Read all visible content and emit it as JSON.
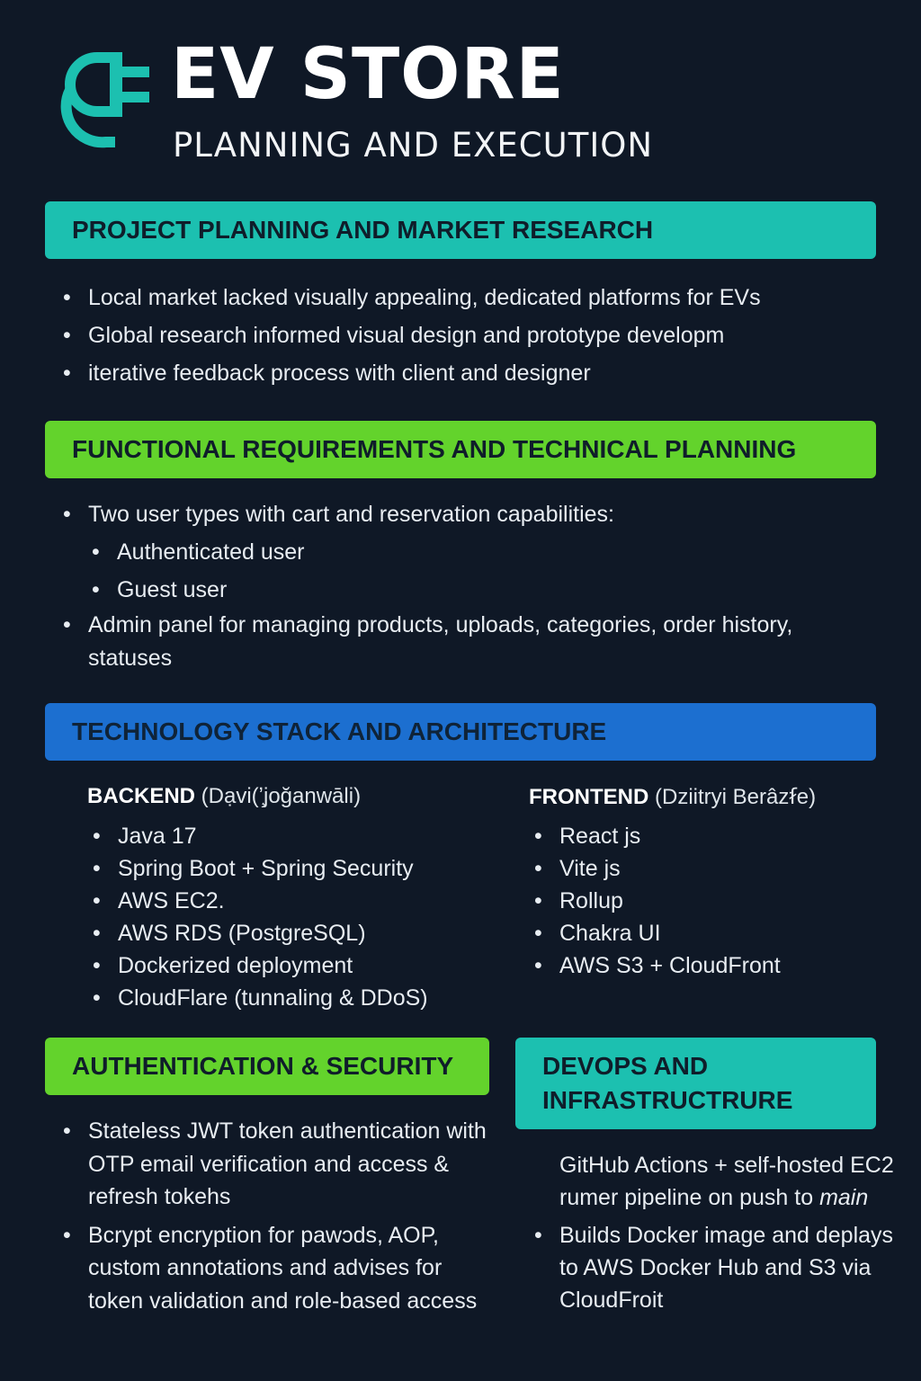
{
  "header": {
    "title": "EV STORE",
    "subtitle": "PLANNING AND EXECUTION",
    "logo_icon": "plug-icon"
  },
  "colors": {
    "background": "#0f1826",
    "teal": "#1cc0b0",
    "green": "#63d32c",
    "blue": "#1c6fd0"
  },
  "sections": {
    "planning": {
      "title": "PROJECT PLANNING AND MARKET RESEARCH",
      "items": [
        "Local market lacked visually appealing, dedicated platforms for EVs",
        "Global research informed visual design and prototype developm",
        "iterative feedback process with client and designer"
      ]
    },
    "requirements": {
      "title": "FUNCTIONAL REQUIREMENTS AND TECHNICAL PLANNING",
      "items": [
        "Two user types with cart and reservation capabilities:",
        "Authenticated user",
        "Guest user",
        "Admin panel for managing products, uploads, categories, order history, statuses"
      ]
    },
    "stack": {
      "title": "TECHNOLOGY STACK AND ARCHITECTURE",
      "backend": {
        "label": "BACKEND",
        "owner": "(Dạvi(ʼ̧joğanwāli)",
        "items": [
          "Java 17",
          "Spring Boot + Spring Security",
          "AWS EC2.",
          "AWS RDS (PostgreSQL)",
          "Dockerized deployment",
          "CloudFlare (tunnaling &  DDoS)"
        ]
      },
      "frontend": {
        "label": "FRONTEND",
        "owner": "(Dziitryi Berâzẜe)",
        "items": [
          "React js",
          "Vite js",
          "Rollup",
          "Chakra UI",
          "AWS S3 + CloudFront"
        ]
      }
    },
    "auth": {
      "title": "AUTHENTICATION & SECURITY",
      "items": [
        "Stateless JWT token authentication with OTP email verification and access & refresh tokehs",
        "Bcrypt encryption for pawɔds, AOP, custom annotations and advises for token validation and role-based access"
      ]
    },
    "devops": {
      "title": "DEVOPS AND INFRASTRUCTRURE",
      "item1_text": "GitHub Actions + self-hosted EC2 rumer pipeline on push to",
      "item1_em": "main",
      "item2": "Builds Docker image and deplays to AWS Docker Hub and S3 via CloudFroit"
    }
  }
}
